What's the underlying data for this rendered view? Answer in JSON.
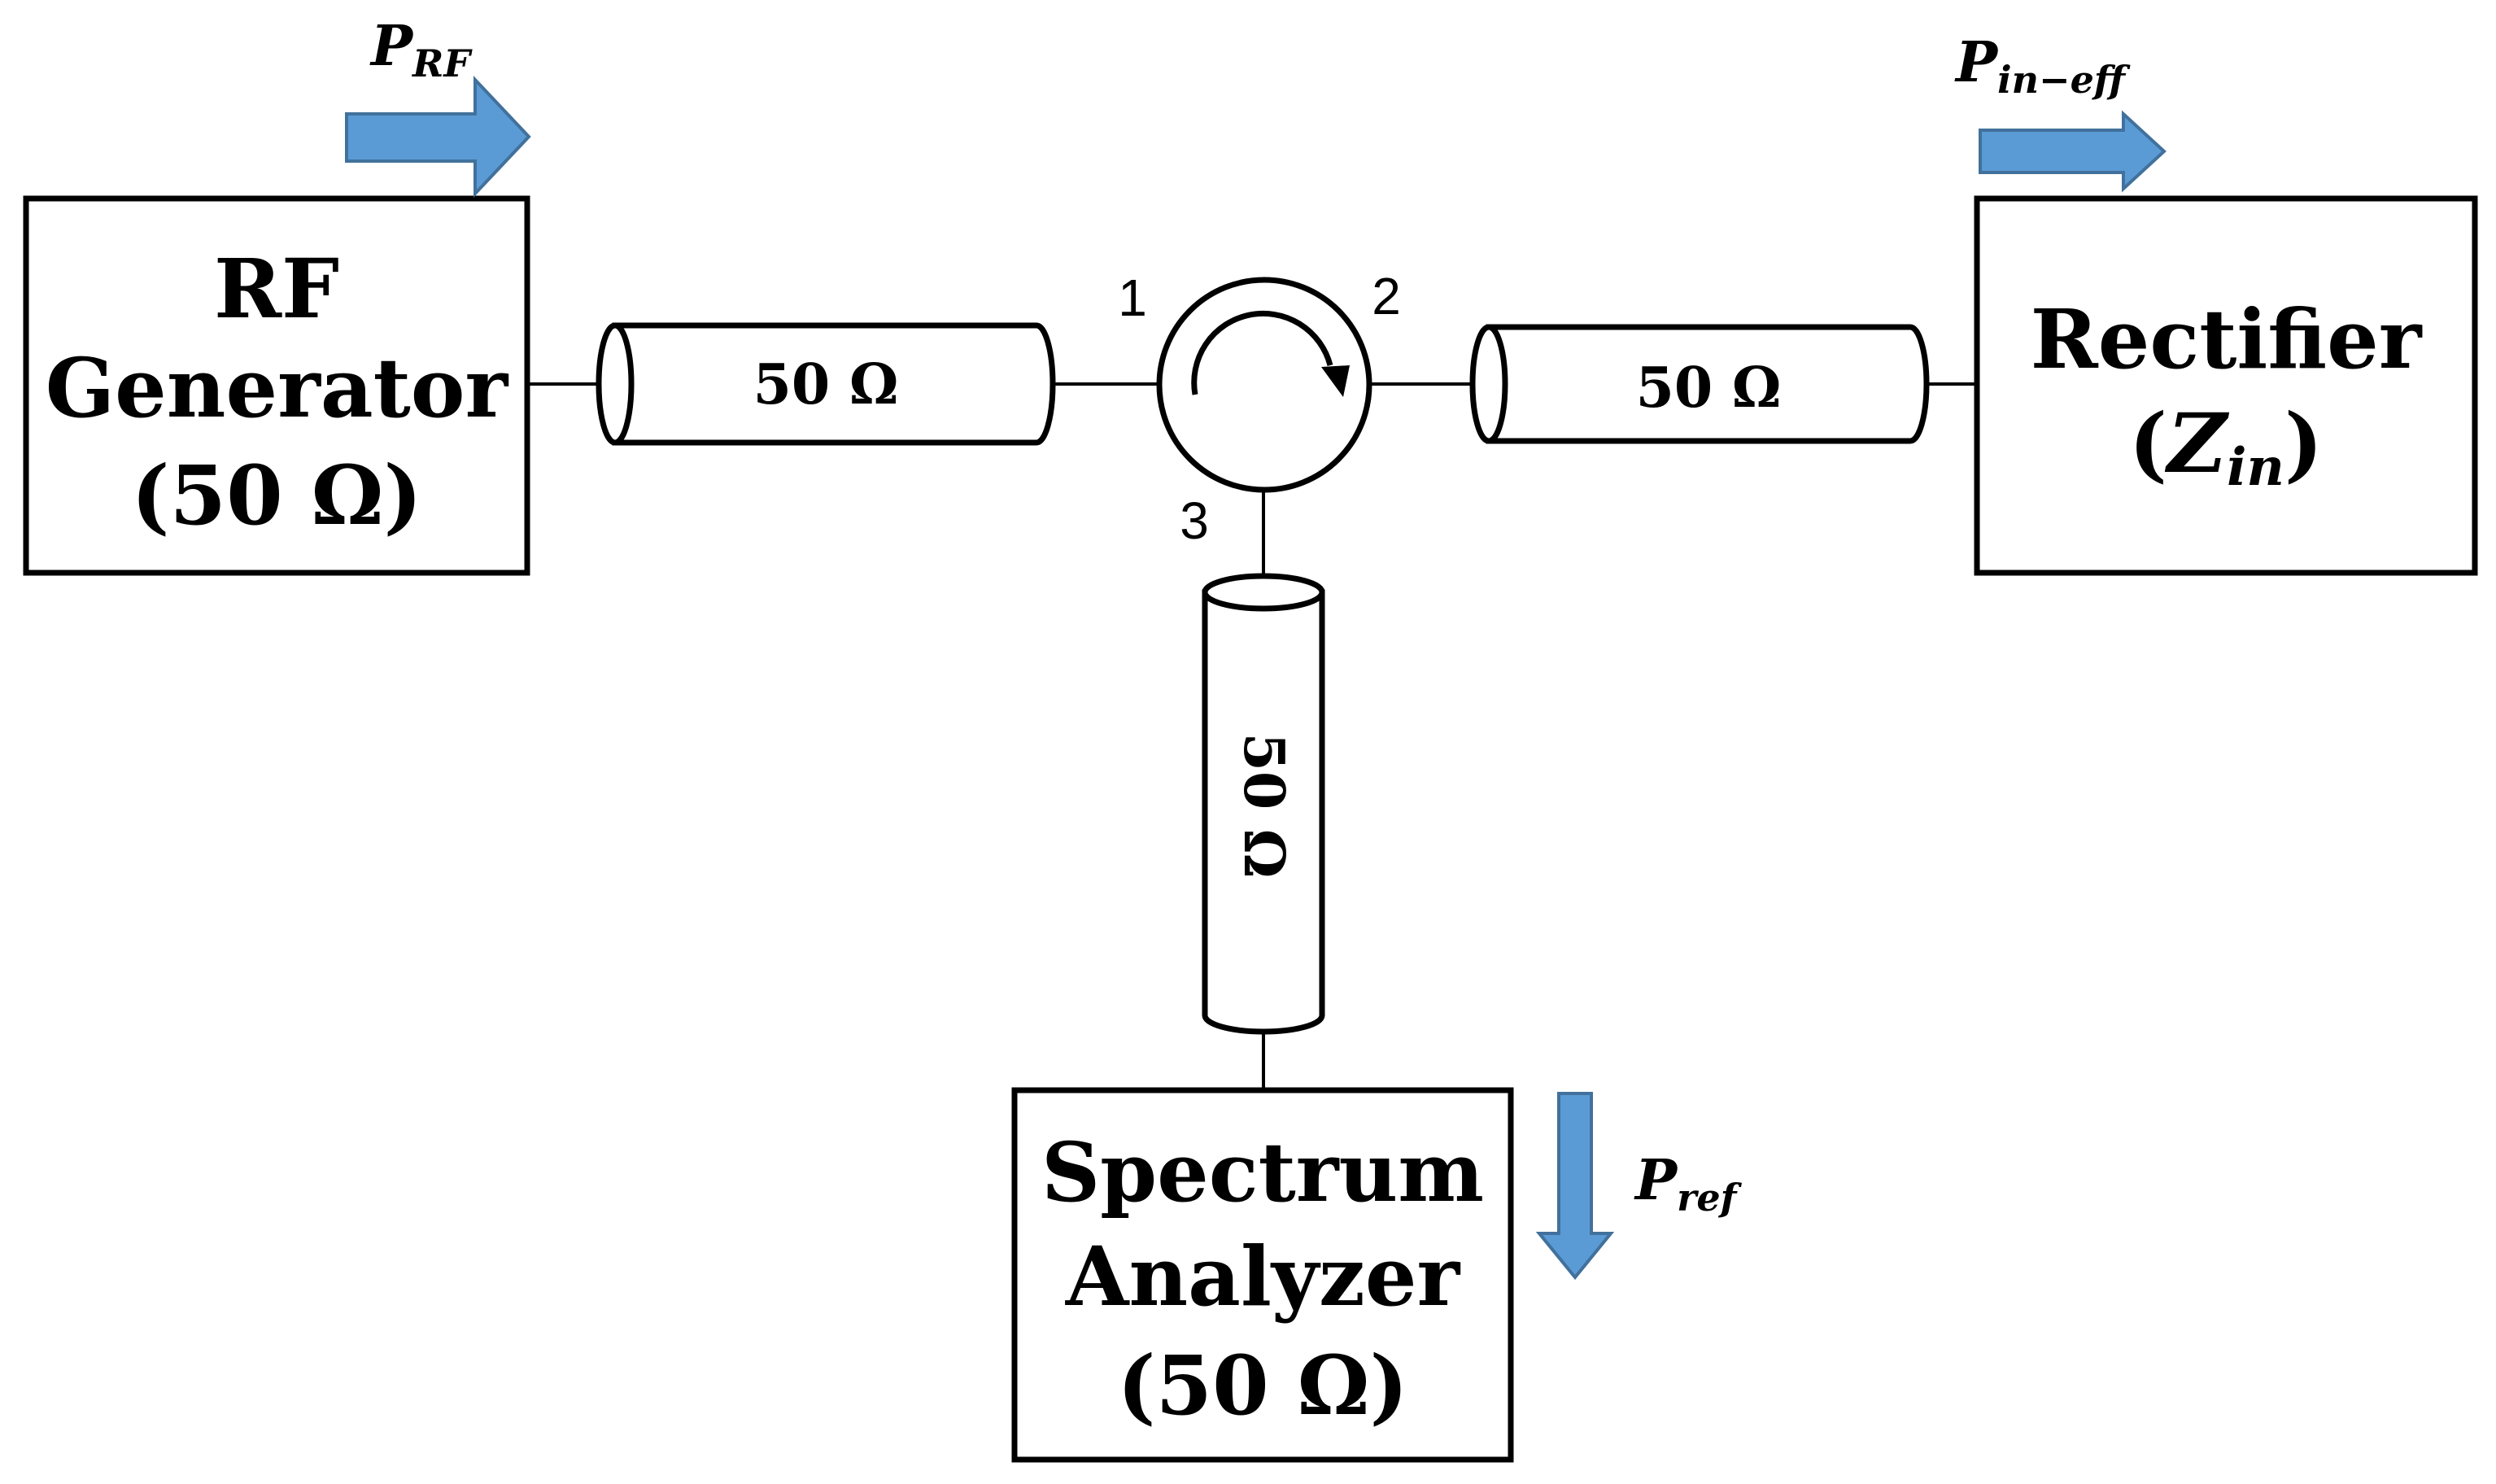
{
  "blocks": {
    "rf_generator": {
      "line1": "RF",
      "line2": "Generator",
      "line3": "(50 Ω)"
    },
    "rectifier": {
      "line1": "Rectifier",
      "line2_open": "(",
      "line2_symbol": "Z",
      "line2_sub": "in",
      "line2_close": ")"
    },
    "spectrum_analyzer": {
      "line1": "Spectrum",
      "line2": "Analyzer",
      "line3": "(50 Ω)"
    }
  },
  "cables": {
    "left": "50 Ω",
    "right": "50 Ω",
    "bottom": "50 Ω"
  },
  "circulator": {
    "ports": {
      "p1": "1",
      "p2": "2",
      "p3": "3"
    }
  },
  "power_labels": {
    "p_rf": {
      "symbol": "P",
      "sub": "RF"
    },
    "p_in_eff": {
      "symbol": "P",
      "sub": "in−eff"
    },
    "p_ref": {
      "symbol": "P",
      "sub": "ref"
    }
  },
  "colors": {
    "arrow_fill": "#5b9bd5",
    "arrow_stroke": "#41719c",
    "line": "#000000"
  }
}
